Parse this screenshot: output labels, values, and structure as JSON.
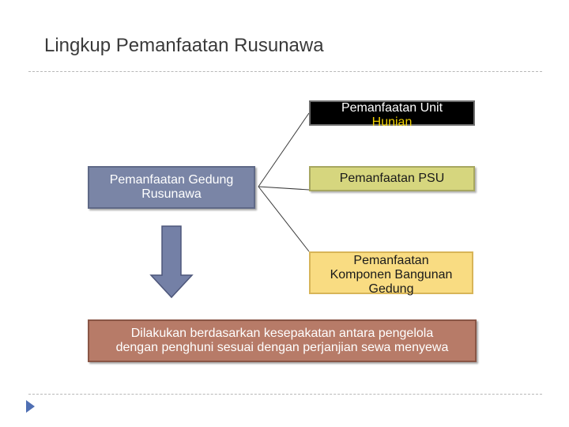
{
  "title": "Lingkup Pemanfaatan Rusunawa",
  "nodes": {
    "gedung": {
      "line1": "Pemanfaatan Gedung",
      "line2": "Rusunawa"
    },
    "unit": {
      "line1": "Pemanfaatan Unit",
      "line2": "Hunian"
    },
    "psu": {
      "label": "Pemanfaatan PSU"
    },
    "komponen": {
      "line1": "Pemanfaatan",
      "line2": "Komponen Bangunan",
      "line3": "Gedung"
    }
  },
  "note": {
    "line1": "Dilakukan berdasarkan kesepakatan antara pengelola",
    "line2": "dengan penghuni sesuai dengan perjanjian sewa menyewa"
  },
  "colors": {
    "gedung": "#7a85a6",
    "psu": "#d6d67e",
    "komponen": "#f9dc82",
    "note": "#b77b68",
    "arrow": "#7480a6",
    "unit_highlight": "#f0d000"
  }
}
